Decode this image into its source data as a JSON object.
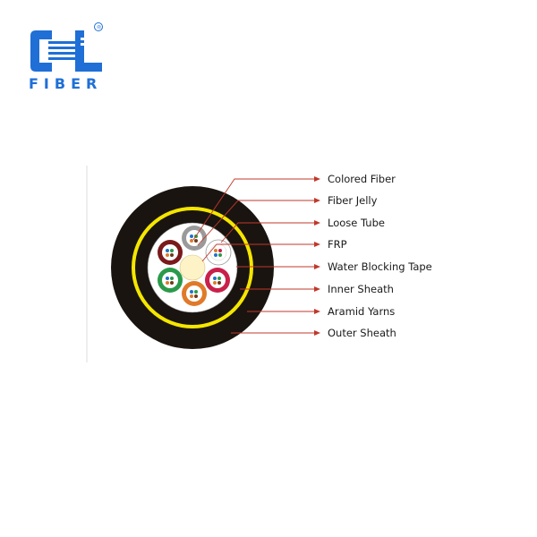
{
  "brand": {
    "name": "FIBER",
    "logo_letters": "CL",
    "registered_mark": "®",
    "color": "#1f6fd6"
  },
  "diagram": {
    "labels": [
      "Colored Fiber",
      "Fiber Jelly",
      "Loose Tube",
      "FRP",
      "Water Blocking Tape",
      "Inner Sheath",
      "Aramid Yarns",
      "Outer Sheath"
    ],
    "leader_color": "#c0392b",
    "colors": {
      "outer_sheath": "#1a1410",
      "aramid_ring": "#f4e600",
      "inner_sheath": "#1a1410",
      "tape": "#ffffff",
      "frp": "#fdf3c6"
    },
    "tube_colors": [
      "#7a1a1a",
      "#9a9a9a",
      "#ffffff",
      "#c8204a",
      "#e07a2a",
      "#2a9a4a"
    ]
  }
}
